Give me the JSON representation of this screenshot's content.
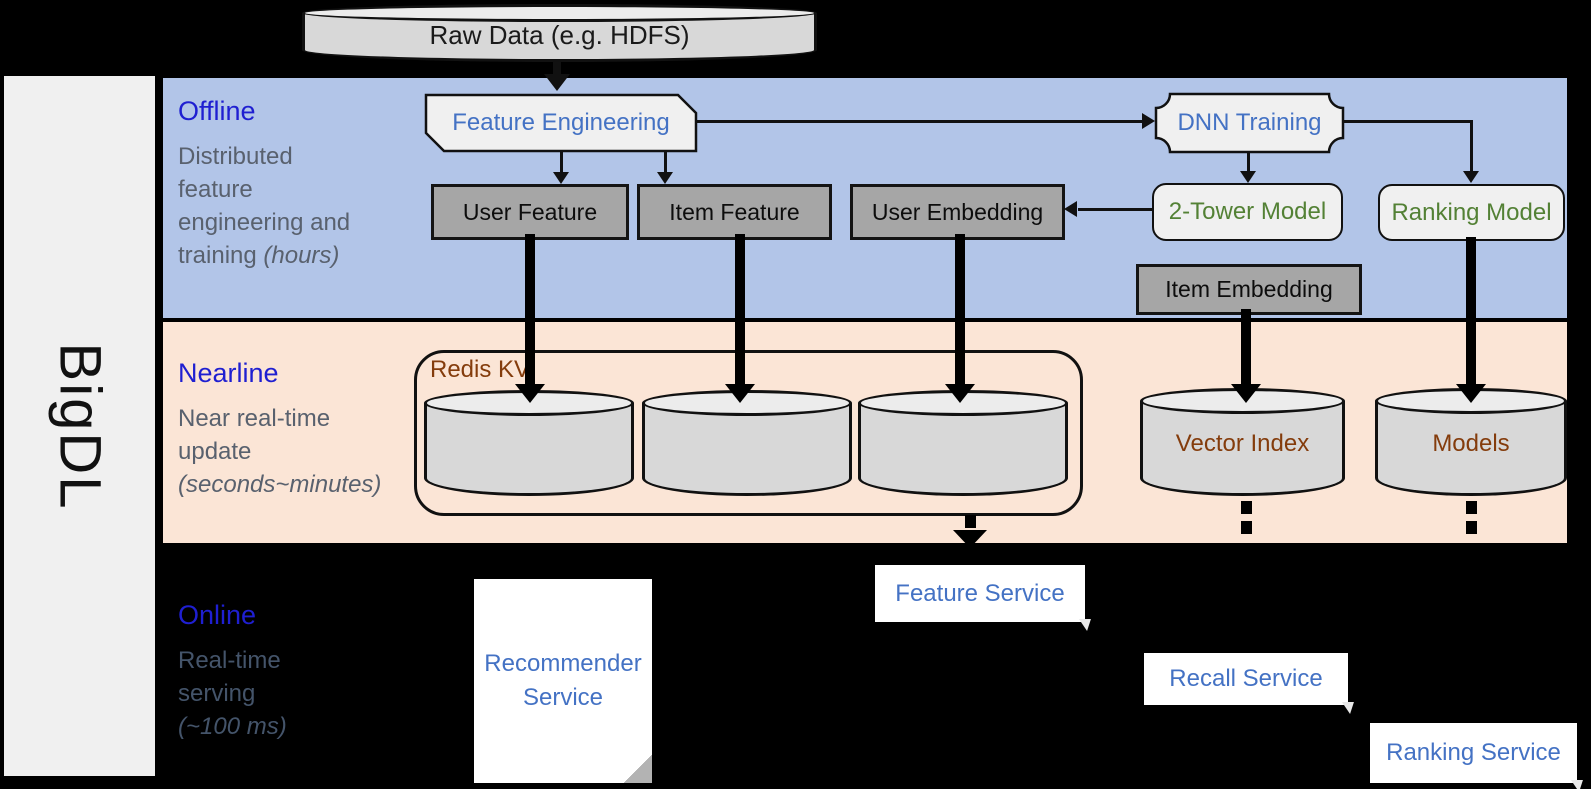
{
  "brand": {
    "label": "BigDL"
  },
  "raw_data": {
    "label": "Raw Data (e.g. HDFS)"
  },
  "lanes": {
    "offline": {
      "title": "Offline",
      "description": "Distributed feature engineering and training ",
      "duration": "(hours)"
    },
    "nearline": {
      "title": "Nearline",
      "description": "Near real-time update ",
      "duration": "(seconds~minutes)"
    },
    "online": {
      "title": "Online",
      "description": "Real-time serving ",
      "duration": "(~100 ms)"
    }
  },
  "offline": {
    "feature_engineering": "Feature Engineering",
    "dnn_training": "DNN Training",
    "user_feature": "User Feature",
    "item_feature": "Item Feature",
    "user_embedding": "User Embedding",
    "two_tower_model": "2-Tower Model",
    "ranking_model": "Ranking Model",
    "item_embedding": "Item Embedding"
  },
  "nearline": {
    "redis_kv": "Redis KV",
    "vector_index": "Vector Index",
    "models": "Models"
  },
  "online": {
    "recommender_service": "Recommender Service",
    "feature_service": "Feature Service",
    "recall_service": "Recall Service",
    "ranking_service": "Ranking Service"
  },
  "colors": {
    "lane_offline_bg": "#b2c5e8",
    "lane_nearline_bg": "#fbe5d6",
    "lane_online_bg": "#000000",
    "sidebar_bg": "#f0f0f0",
    "lane_title_blue": "#1f1fd1",
    "node_label_blue": "#4472c4",
    "model_label_green": "#538135",
    "store_label_brown": "#843c0c",
    "gray_node_fill": "#a6a6a6",
    "light_node_fill": "#f0f0f0",
    "cylinder_fill": "#d8d8d8"
  }
}
